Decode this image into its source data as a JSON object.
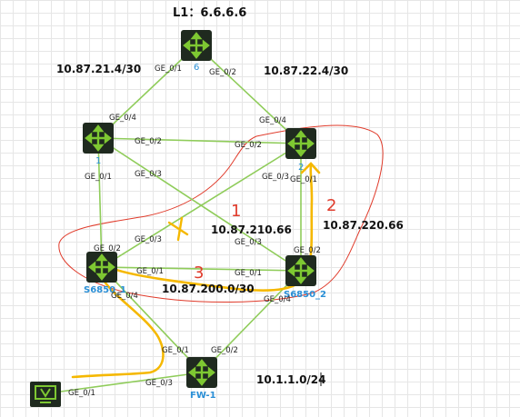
{
  "title": "L1：6.6.6.6",
  "networks": {
    "net_21": "10.87.21.4/30",
    "net_22": "10.87.22.4/30",
    "net_210": "10.87.210.66",
    "net_220": "10.87.220.66",
    "net_200": "10.87.200.0/30",
    "net_fw": "10.1.1.0/24"
  },
  "nodes": {
    "n6": "6",
    "n1": "1",
    "n2": "2",
    "s1": "S6850_1",
    "s2": "S6850_2",
    "fw": "FW-1"
  },
  "ports": {
    "n6_left": "GE_0/1",
    "n6_right": "GE_0/2",
    "n1_top": "GE_0/4",
    "n1_right": "GE_0/2",
    "n1_diag": "GE_0/3",
    "n1_down": "GE_0/1",
    "n2_top": "GE_0/4",
    "n2_left": "GE_0/2",
    "n2_diag": "GE_0/3",
    "n2_down": "GE_0/1",
    "s1_up": "GE_0/2",
    "s1_diag": "GE_0/3",
    "s1_right": "GE_0/1",
    "s1_down": "GE_0/4",
    "s2_diag": "GE_0/3",
    "s2_up": "GE_0/2",
    "s2_left": "GE_0/1",
    "s2_down": "GE_0/4",
    "fw_left": "GE_0/1",
    "fw_right": "GE_0/2",
    "fw_host": "GE_0/3",
    "host_port": "GE_0/1"
  },
  "annotations": {
    "path1": "1",
    "path2": "2",
    "path3": "3"
  },
  "colors": {
    "link": "#8fcc5a",
    "annotation_red": "#e03b2b",
    "path_orange": "#f5b800",
    "node_label": "#2a8fd6",
    "host_icon": "#7ec832"
  }
}
